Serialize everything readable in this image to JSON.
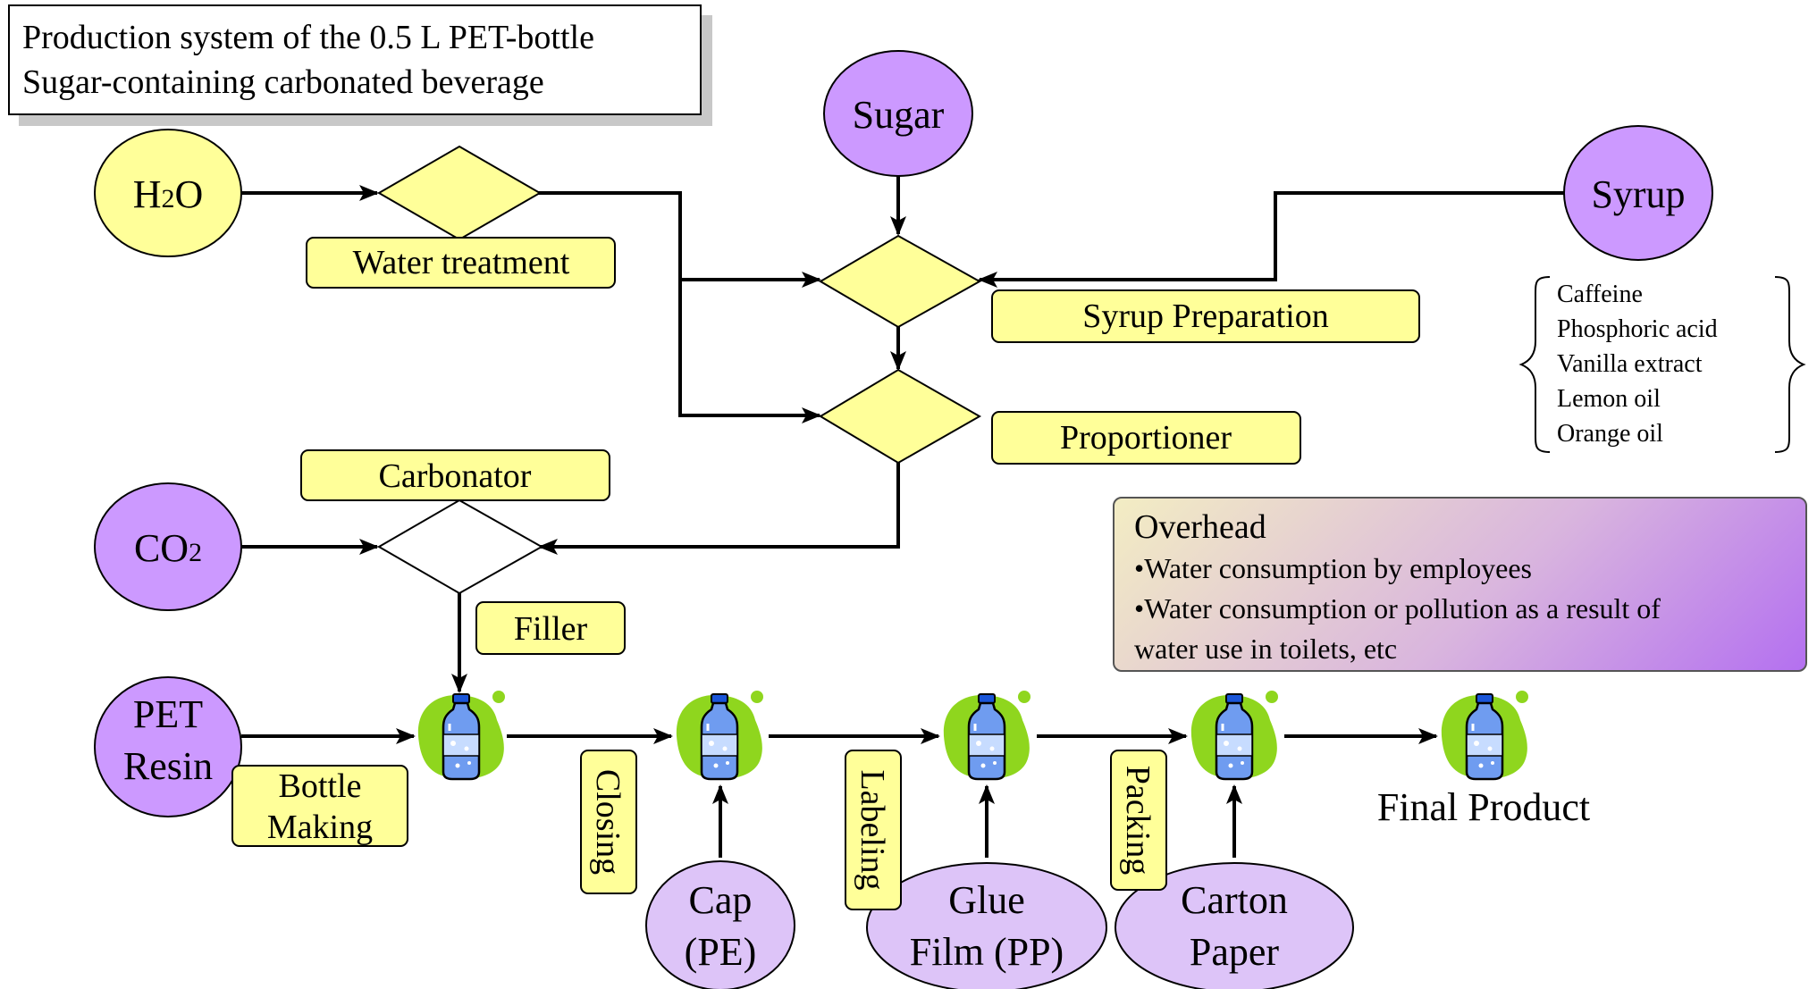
{
  "title": {
    "line1": "Production system of the 0.5 L PET-bottle",
    "line2": "Sugar-containing carbonated beverage"
  },
  "inputs": {
    "h2o": {
      "main": "H",
      "sub": "2",
      "tail": "O"
    },
    "co2": {
      "main": "CO",
      "sub": "2"
    },
    "sugar": "Sugar",
    "syrup": "Syrup",
    "pet_resin": [
      "PET",
      "Resin"
    ],
    "cap": [
      "Cap",
      "(PE)"
    ],
    "glue_film": [
      "Glue",
      "Film (PP)"
    ],
    "carton_paper": [
      "Carton",
      "Paper"
    ]
  },
  "processes": {
    "water_treatment": "Water treatment",
    "syrup_preparation": "Syrup Preparation",
    "proportioner": "Proportioner",
    "carbonator": "Carbonator",
    "filler": "Filler",
    "bottle_making": [
      "Bottle",
      "Making"
    ],
    "closing": "Closing",
    "labeling": "Labeling",
    "packing": "Packing"
  },
  "syrup_ingredients": [
    "Caffeine",
    "Phosphoric acid",
    "Vanilla extract",
    "Lemon oil",
    "Orange oil"
  ],
  "overhead": {
    "heading": "Overhead",
    "items": [
      "•Water consumption by employees",
      "•Water consumption or pollution as a result of",
      "water use in toilets, etc"
    ]
  },
  "final_product": "Final Product",
  "colors": {
    "yellow_fill": "#ffff99",
    "purple_fill": "#cc99ff",
    "light_purple_fill": "#ddc4f8",
    "label_fill": "#ffff99",
    "bottle_splash": "#8fd61e",
    "bottle_body": "#1a55d8"
  },
  "icons": [
    "water-bottle-icon",
    "water-bottle-icon",
    "water-bottle-icon",
    "water-bottle-icon",
    "water-bottle-icon"
  ]
}
